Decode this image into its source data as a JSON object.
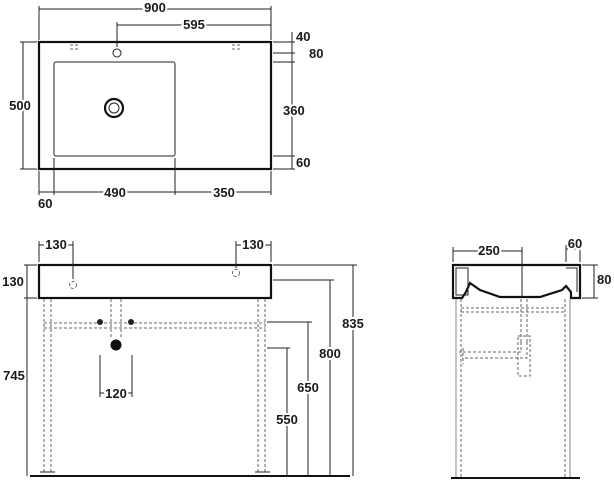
{
  "top_view": {
    "overall_width": "900",
    "tap_offset": "595",
    "overall_depth": "500",
    "rim_40": "40",
    "rim_80": "80",
    "basin_depth": "360",
    "front_rim": "60",
    "left_rim": "60",
    "basin_width": "490",
    "right_deck": "350"
  },
  "front_view": {
    "left_hole_offset": "130",
    "right_hole_offset": "130",
    "basin_height": "130",
    "frame_height": "745",
    "trap_width": "120",
    "h_835": "835",
    "h_800": "800",
    "h_650": "650",
    "h_550": "550"
  },
  "side_view": {
    "basin_inner": "250",
    "rim_width": "60",
    "rim_height": "80"
  }
}
